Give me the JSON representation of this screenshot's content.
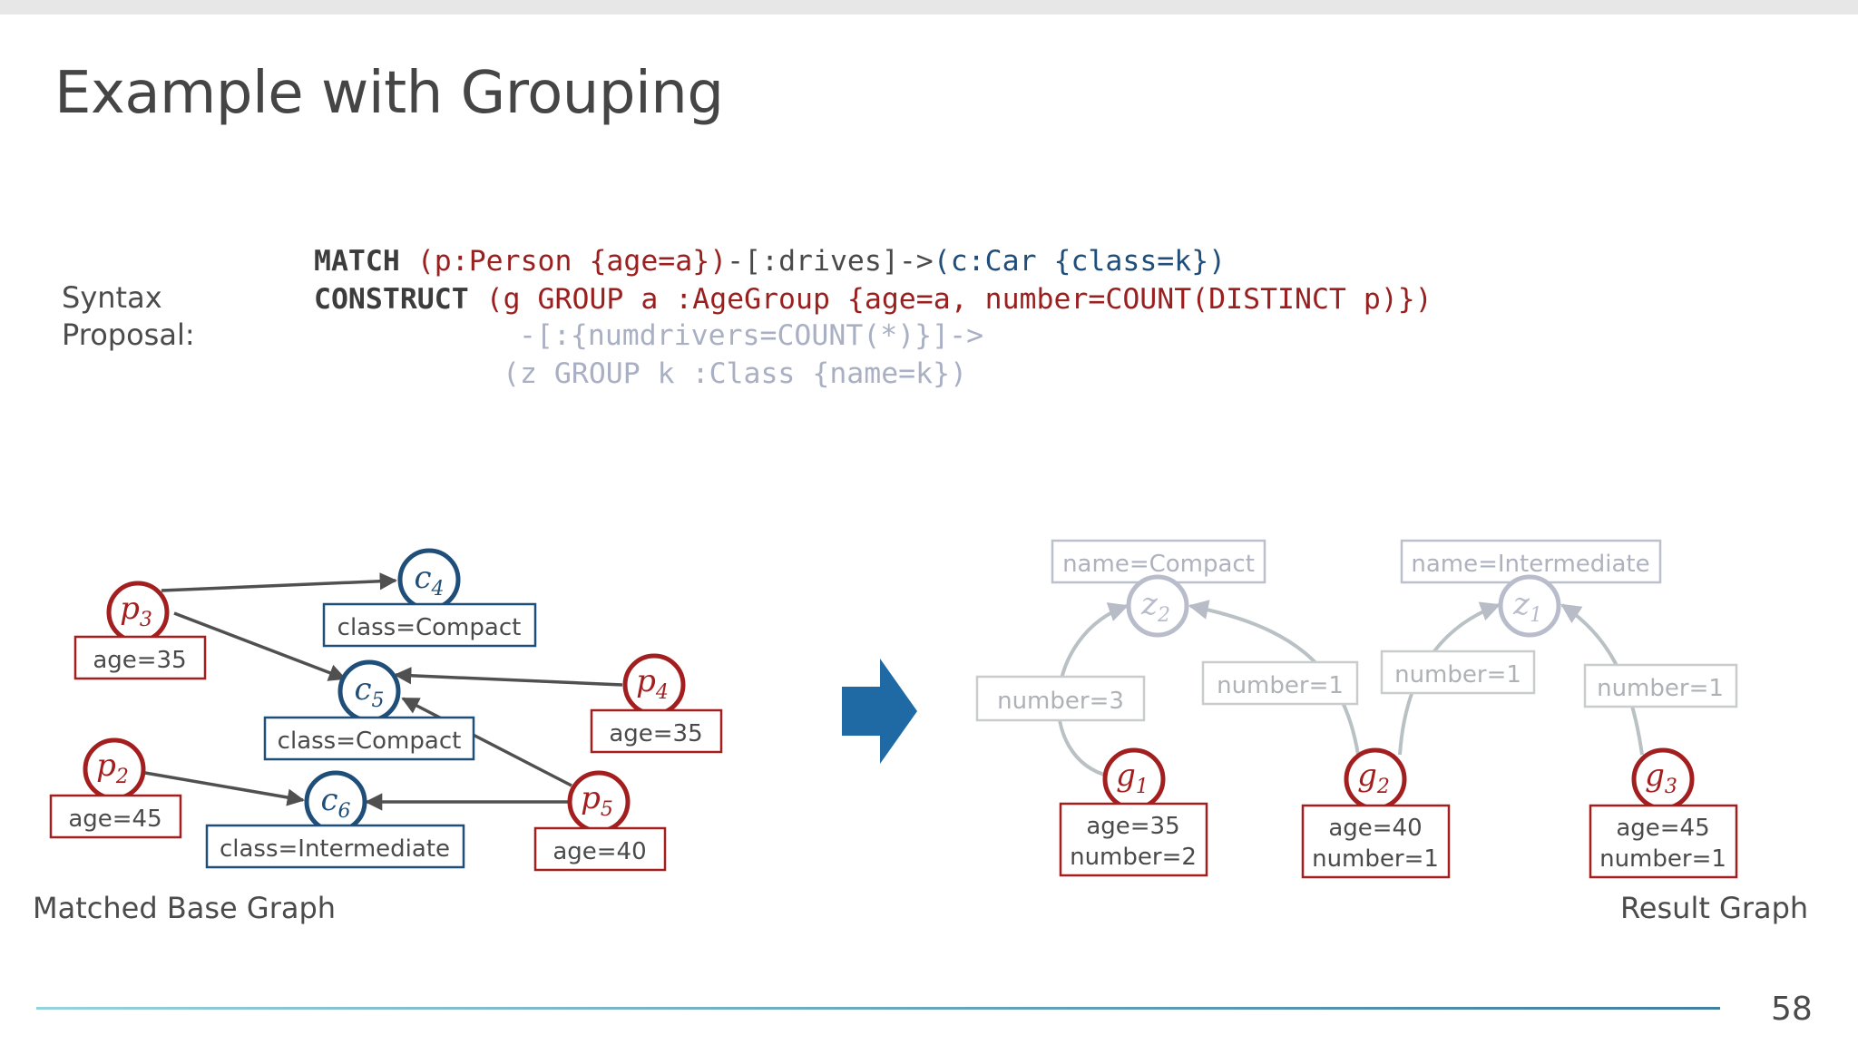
{
  "slide": {
    "title": "Example with Grouping",
    "syntax_label_line1": "Syntax",
    "syntax_label_line2": "Proposal:",
    "page_number": "58"
  },
  "query": {
    "line1": {
      "kw": "MATCH",
      "p_part": "(p:Person {age=a})",
      "edge_part": "-[:drives]->",
      "c_part": "(c:Car {class=k})"
    },
    "line2": {
      "kw": "CONSTRUCT",
      "rest": "(g GROUP a :AgeGroup {age=a, number=COUNT(DISTINCT p)})"
    },
    "line3": "-[:{numdrivers=COUNT(*)}]->",
    "line4": "(z GROUP k :Class {name=k})"
  },
  "base_graph": {
    "caption": "Matched Base Graph",
    "nodes": [
      {
        "id": "p3",
        "sym": "p",
        "sub": "3",
        "kind": "person",
        "label": "age=35"
      },
      {
        "id": "p2",
        "sym": "p",
        "sub": "2",
        "kind": "person",
        "label": "age=45"
      },
      {
        "id": "p4",
        "sym": "p",
        "sub": "4",
        "kind": "person",
        "label": "age=35"
      },
      {
        "id": "p5",
        "sym": "p",
        "sub": "5",
        "kind": "person",
        "label": "age=40"
      },
      {
        "id": "c4",
        "sym": "c",
        "sub": "4",
        "kind": "car",
        "label": "class=Compact"
      },
      {
        "id": "c5",
        "sym": "c",
        "sub": "5",
        "kind": "car",
        "label": "class=Compact"
      },
      {
        "id": "c6",
        "sym": "c",
        "sub": "6",
        "kind": "car",
        "label": "class=Intermediate"
      }
    ],
    "edges": [
      {
        "from": "p3",
        "to": "c4"
      },
      {
        "from": "p3",
        "to": "c5"
      },
      {
        "from": "p4",
        "to": "c5"
      },
      {
        "from": "p5",
        "to": "c5"
      },
      {
        "from": "p5",
        "to": "c6"
      },
      {
        "from": "p2",
        "to": "c6"
      }
    ]
  },
  "result_graph": {
    "caption": "Result Graph",
    "nodes": [
      {
        "id": "g1",
        "sym": "g",
        "sub": "1",
        "kind": "group",
        "label_line1": "age=35",
        "label_line2": "number=2"
      },
      {
        "id": "g2",
        "sym": "g",
        "sub": "2",
        "kind": "group",
        "label_line1": "age=40",
        "label_line2": "number=1"
      },
      {
        "id": "g3",
        "sym": "g",
        "sub": "3",
        "kind": "group",
        "label_line1": "age=45",
        "label_line2": "number=1"
      },
      {
        "id": "z2",
        "sym": "z",
        "sub": "2",
        "kind": "class",
        "label": "name=Compact"
      },
      {
        "id": "z1",
        "sym": "z",
        "sub": "1",
        "kind": "class",
        "label": "name=Intermediate"
      }
    ],
    "edges": [
      {
        "from": "g1",
        "to": "z2",
        "label": "number=3"
      },
      {
        "from": "g2",
        "to": "z2",
        "label": "number=1"
      },
      {
        "from": "g2",
        "to": "z1",
        "label": "number=1"
      },
      {
        "from": "g3",
        "to": "z1",
        "label": "number=1"
      }
    ]
  },
  "arrow_icon": "right-arrow-icon",
  "colors": {
    "person": "#a31f1f",
    "car": "#1f4e79",
    "faded": "#b9bccb",
    "edge": "#505050",
    "arrow": "#1f6aa5"
  }
}
